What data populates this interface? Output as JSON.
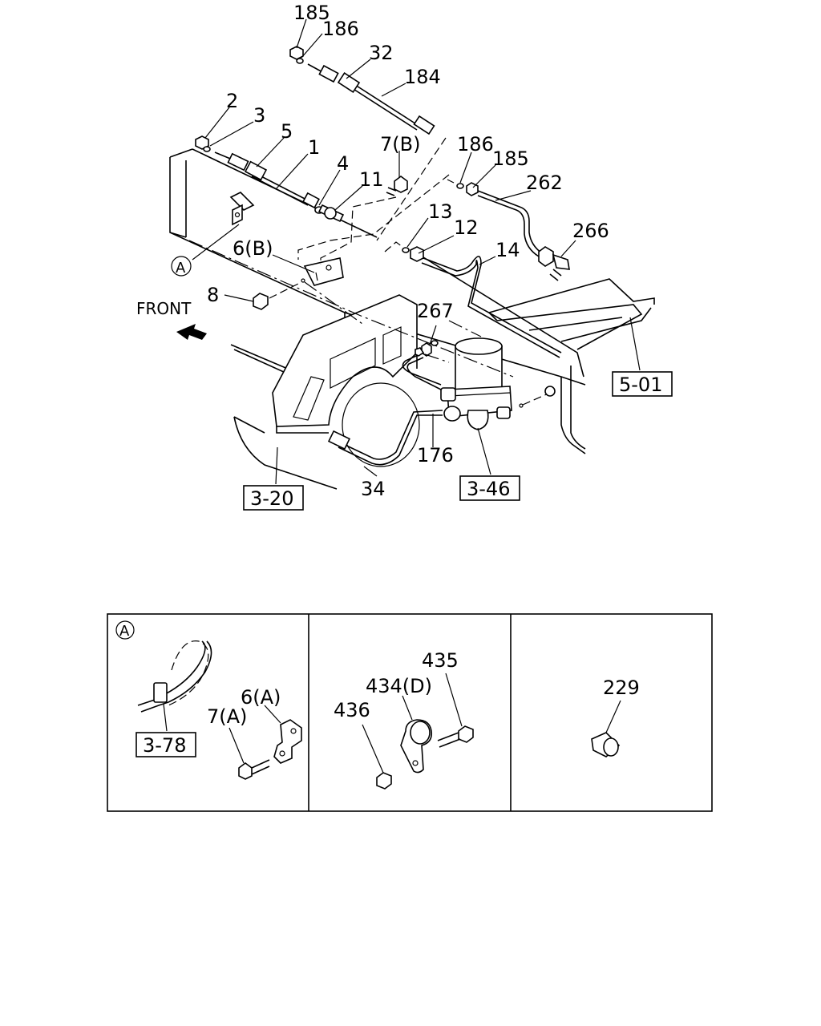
{
  "main_diagram": {
    "front_label": "FRONT",
    "callout_A": "A",
    "parts": {
      "p185_top": "185",
      "p186_top": "186",
      "p32": "32",
      "p184": "184",
      "p2": "2",
      "p3": "3",
      "p5": "5",
      "p1": "1",
      "p7b": "7(B)",
      "p4": "4",
      "p11": "11",
      "p186_right": "186",
      "p185_right": "185",
      "p262": "262",
      "p13": "13",
      "p12": "12",
      "p266": "266",
      "p6b": "6(B)",
      "p14": "14",
      "p8": "8",
      "p267": "267",
      "p176": "176",
      "p34": "34"
    },
    "refs": {
      "r501": "5-01",
      "r320": "3-20",
      "r346": "3-46"
    }
  },
  "detail_panels": {
    "panel1": {
      "callout": "A",
      "ref": "3-78",
      "p6a": "6(A)",
      "p7a": "7(A)"
    },
    "panel2": {
      "p435": "435",
      "p434d": "434(D)",
      "p436": "436"
    },
    "panel3": {
      "p229": "229"
    }
  }
}
